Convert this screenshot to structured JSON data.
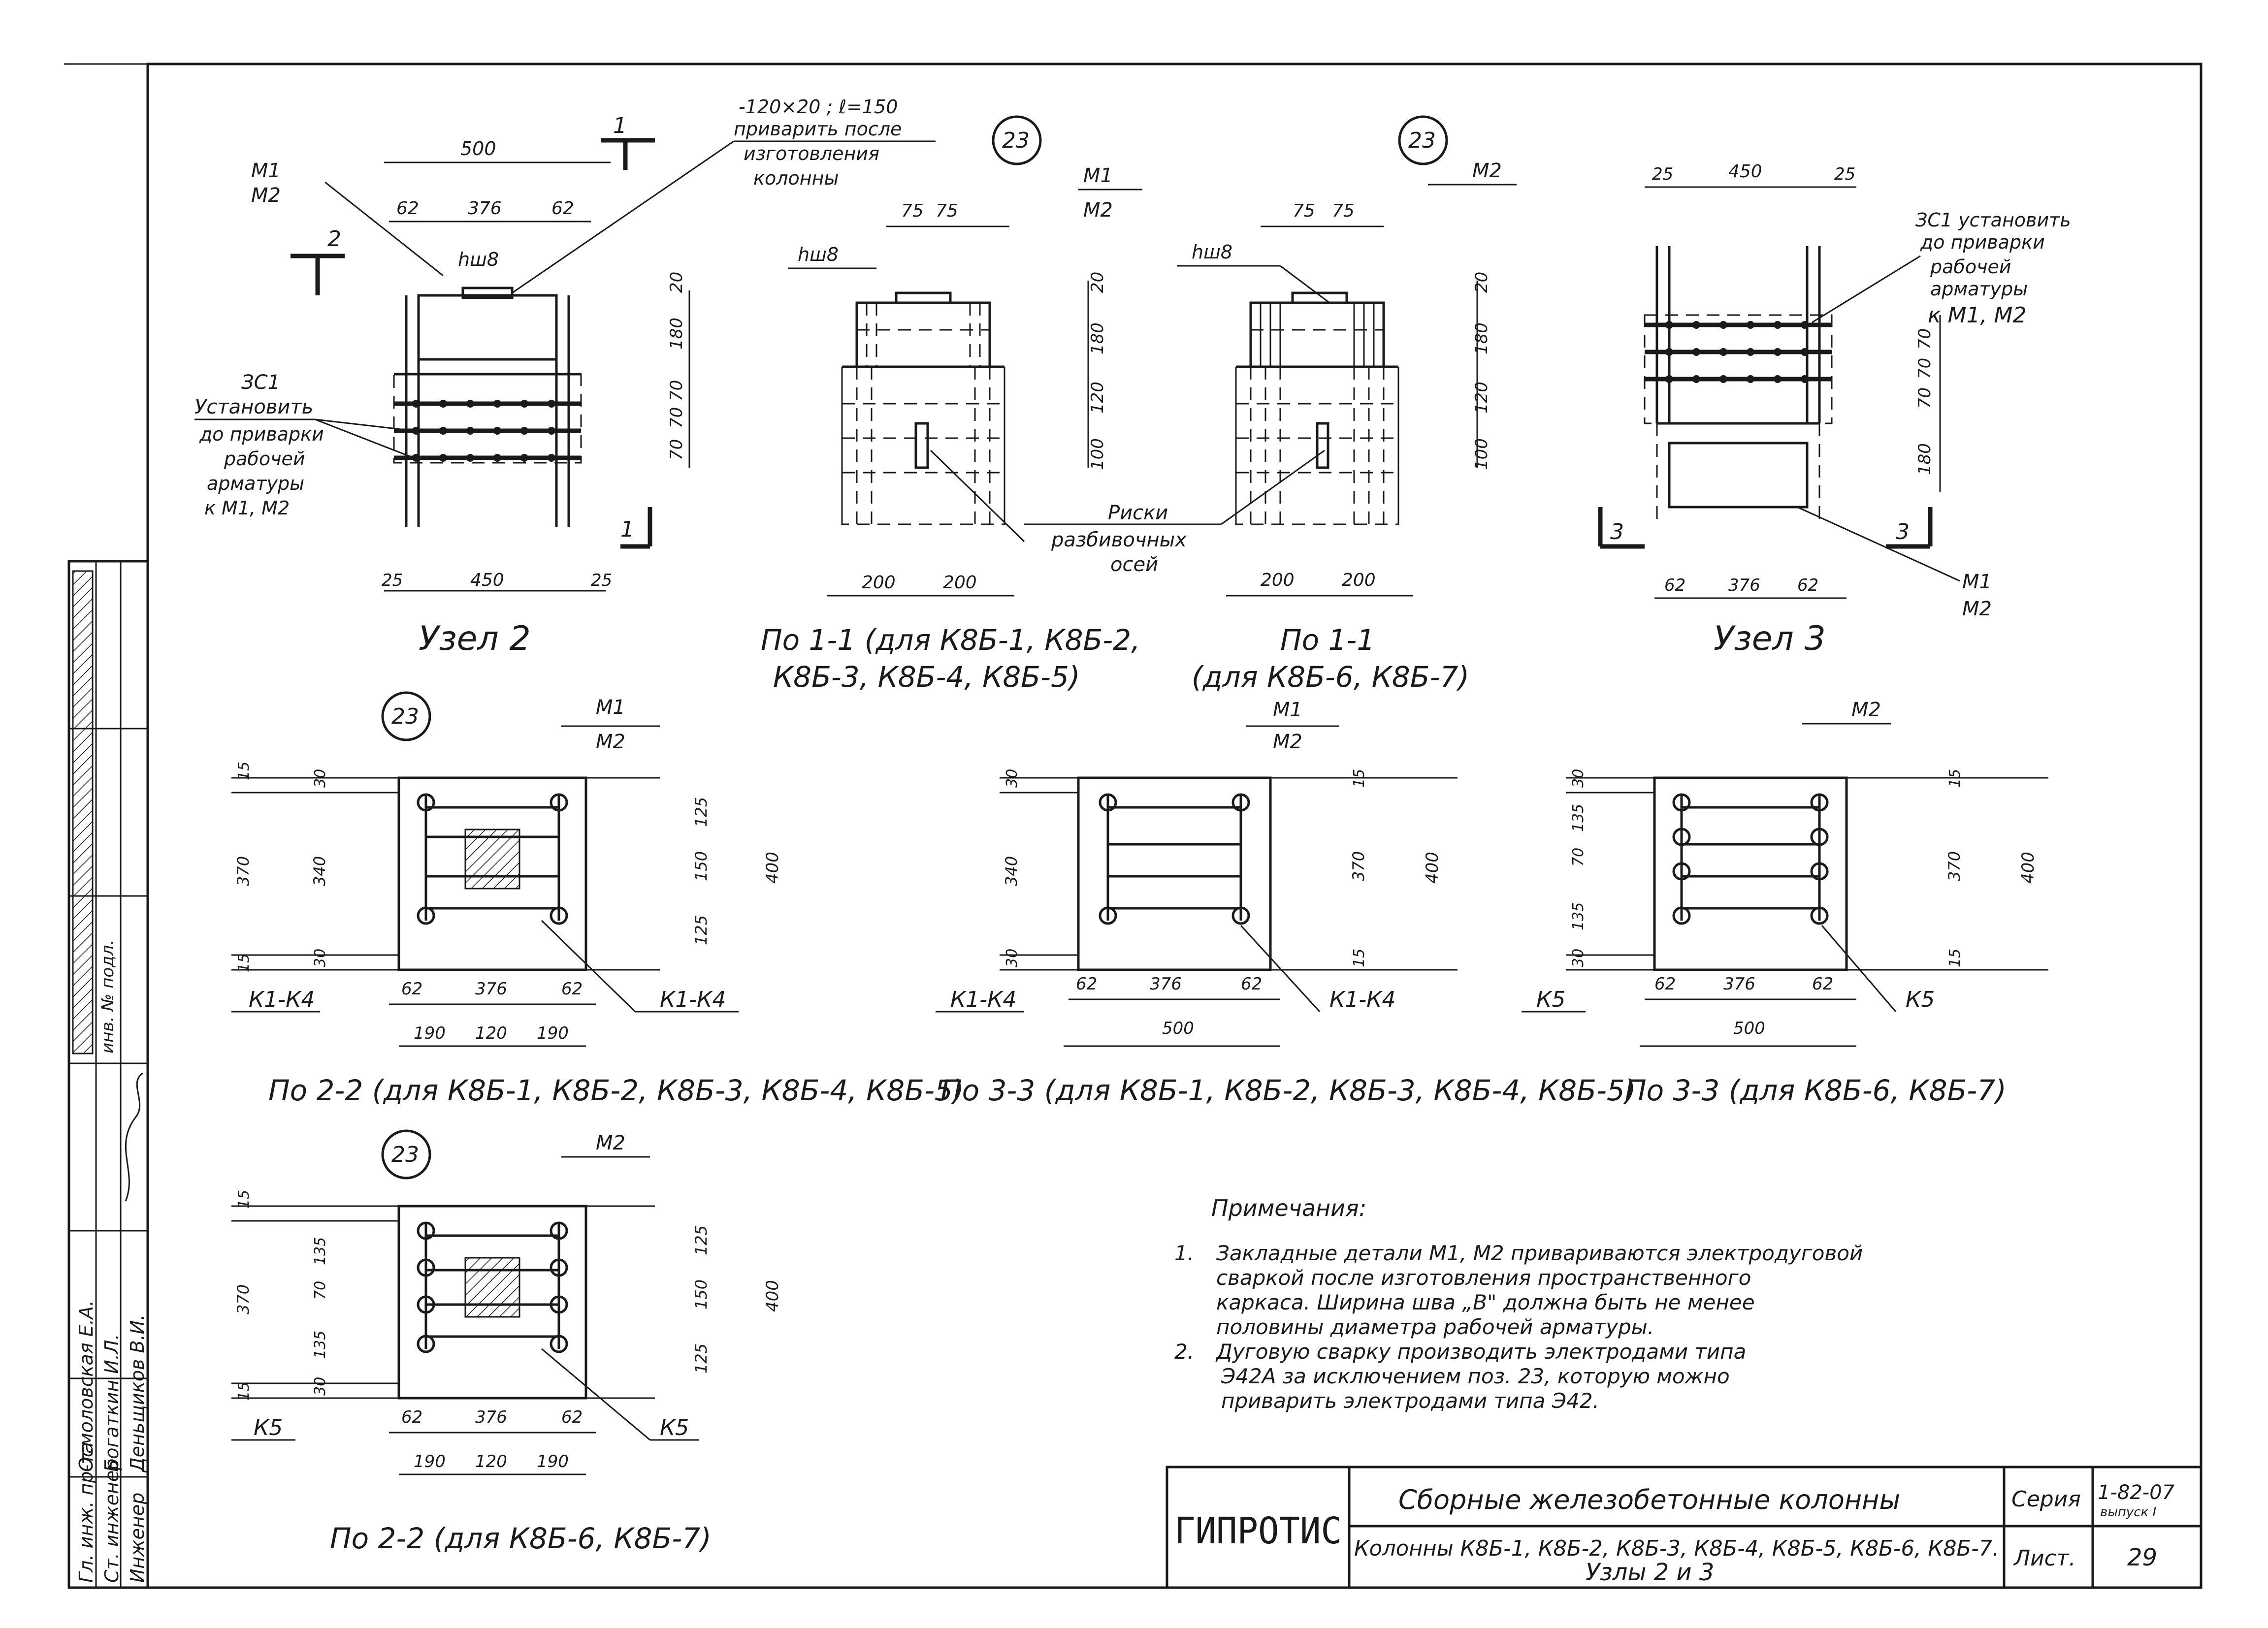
{
  "sections": {
    "uzel2": {
      "title": "Узел 2",
      "callout": "ЗС1",
      "note_lines": [
        "Установить",
        "до приварки",
        "рабочей",
        "арматуры",
        "к М1, М2"
      ],
      "marks": [
        "М1",
        "М2"
      ],
      "weld": "hш8",
      "dims_top": [
        "500",
        "62",
        "376",
        "62"
      ],
      "dims_side": [
        "20",
        "180",
        "70",
        "70",
        "70"
      ],
      "dims_bottom": [
        "25",
        "450",
        "25"
      ],
      "cut_1": "1",
      "cut_2": "2",
      "plate_note": [
        "-120×20 ; ℓ=150",
        "приварить после",
        "изготовления",
        "колонны"
      ]
    },
    "po11a": {
      "title_lines": [
        "По 1-1 (для К8Б-1, К8Б-2,",
        "К8Б-3, К8Б-4, К8Б-5)"
      ],
      "pos": "23",
      "marks": [
        "М1",
        "М2"
      ],
      "weld": "hш8",
      "dims_top": [
        "75",
        "75"
      ],
      "dims_side": [
        "20",
        "180",
        "120",
        "100"
      ],
      "dims_bottom": [
        "200",
        "200"
      ]
    },
    "po11b": {
      "title_lines": [
        "По 1-1",
        "(для К8Б-6, К8Б-7)"
      ],
      "pos": "23",
      "marks": [
        "М2"
      ],
      "weld": "hш8",
      "dims_top": [
        "75",
        "75"
      ],
      "dims_side": [
        "20",
        "180",
        "120",
        "100"
      ],
      "dims_bottom": [
        "200",
        "200"
      ]
    },
    "risk_label": [
      "Риски",
      "разбивочных",
      "осей"
    ],
    "uzel3": {
      "title": "Узел 3",
      "note_lines": [
        "ЗС1 установить",
        "до приварки",
        "рабочей",
        "арматуры",
        "к М1, М2"
      ],
      "marks": [
        "М1",
        "М2"
      ],
      "dims_top": [
        "25",
        "450",
        "25"
      ],
      "dims_side": [
        "70",
        "70",
        "70",
        "180"
      ],
      "dims_bottom": [
        "62",
        "376",
        "62"
      ],
      "cut": "3"
    },
    "po22a": {
      "title": "По 2-2 (для К8Б-1, К8Б-2, К8Б-3, К8Б-4, К8Б-5)",
      "pos": "23",
      "marks": [
        "М1",
        "М2"
      ],
      "left_dims": [
        "15",
        "30",
        "370",
        "340",
        "30",
        "15"
      ],
      "right_dims": [
        "125",
        "150",
        "125",
        "400"
      ],
      "bottom_dims": [
        "62",
        "376",
        "62"
      ],
      "bottom_dims2": [
        "190",
        "120",
        "190"
      ],
      "labels": [
        "К1-К4",
        "К1-К4"
      ]
    },
    "po33a": {
      "title": "По 3-3 (для К8Б-1, К8Б-2, К8Б-3, К8Б-4, К8Б-5)",
      "marks": [
        "М1",
        "М2"
      ],
      "left_dims": [
        "30",
        "340",
        "30"
      ],
      "right_dims": [
        "15",
        "370",
        "15",
        "400"
      ],
      "bottom_dims": [
        "62",
        "376",
        "62"
      ],
      "bottom_dims2": [
        "500"
      ],
      "labels": [
        "К1-К4",
        "К1-К4"
      ]
    },
    "po33b": {
      "title": "По 3-3 (для К8Б-6, К8Б-7)",
      "marks": [
        "М2"
      ],
      "left_dims": [
        "30",
        "135",
        "70",
        "135",
        "30"
      ],
      "right_dims": [
        "15",
        "370",
        "15",
        "400"
      ],
      "bottom_dims": [
        "62",
        "376",
        "62"
      ],
      "bottom_dims2": [
        "500"
      ],
      "labels": [
        "К5",
        "К5"
      ]
    },
    "po22b": {
      "title": "По 2-2 (для К8Б-6, К8Б-7)",
      "pos": "23",
      "marks": [
        "М2"
      ],
      "left_dims": [
        "15",
        "370",
        "70",
        "135",
        "135",
        "30",
        "15"
      ],
      "right_dims": [
        "125",
        "150",
        "125",
        "400"
      ],
      "bottom_dims": [
        "62",
        "376",
        "62"
      ],
      "bottom_dims2": [
        "190",
        "120",
        "190"
      ],
      "labels": [
        "К5",
        "К5"
      ]
    }
  },
  "notes": {
    "heading": "Примечания:",
    "items": [
      [
        "1.",
        "Закладные детали М1, М2 привариваются электродуговой",
        "сваркой после изготовления пространственного",
        "каркаса. Ширина шва „В\" должна быть не менее",
        "половины диаметра рабочей арматуры."
      ],
      [
        "2.",
        "Дуговую сварку производить электродами типа",
        "Э42А за исключением поз. 23, которую можно",
        "приварить электродами типа Э42."
      ]
    ]
  },
  "sidebar": {
    "rows": [
      [
        "Гл. инж. пр-та",
        "Осмоловская Е.А."
      ],
      [
        "Ст. инженер",
        "Богаткин И.Л."
      ],
      [
        "Инженер",
        "Деньщиков В.И."
      ]
    ],
    "archive": "инв. № подл."
  },
  "title_block": {
    "org": "ГИПРОТИС",
    "line1": "Сборные железобетонные колонны",
    "line2": "Колонны К8Б-1, К8Б-2, К8Б-3, К8Б-4, К8Б-5, К8Б-6, К8Б-7.",
    "line3": "Узлы 2 и 3",
    "series_label": "Серия",
    "series_value": "1-82-07",
    "series_sub": "выпуск I",
    "sheet_label": "Лист.",
    "sheet_value": "29"
  }
}
